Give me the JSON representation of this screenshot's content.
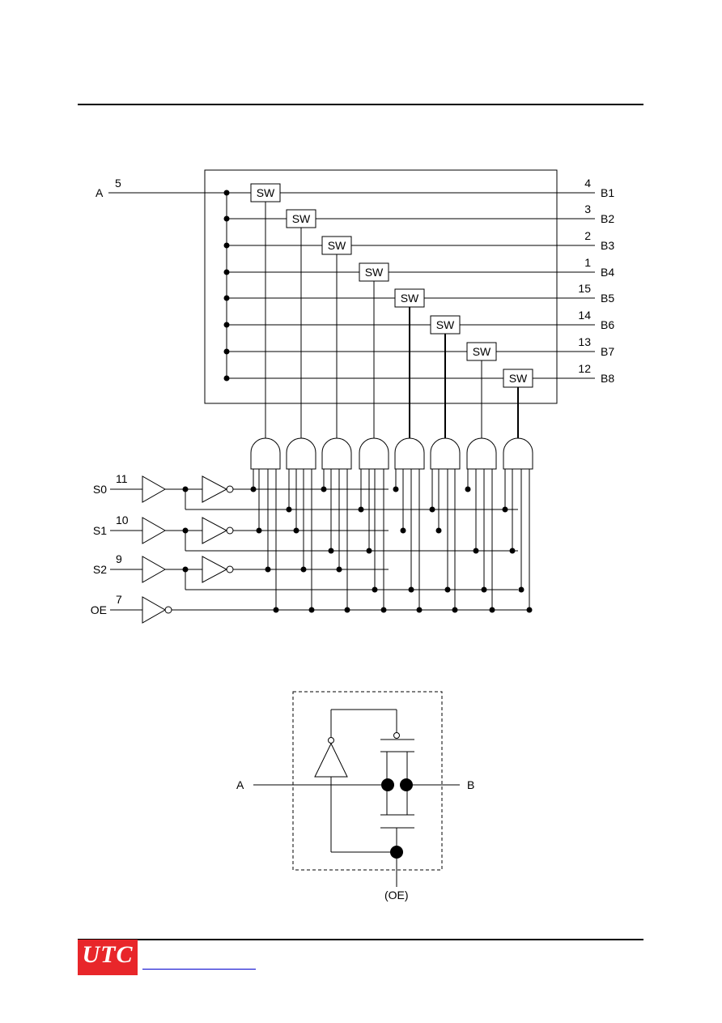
{
  "logic_diagram": {
    "pin_a": {
      "name": "A",
      "pin": "5"
    },
    "outputs": [
      {
        "name": "B1",
        "pin": "4"
      },
      {
        "name": "B2",
        "pin": "3"
      },
      {
        "name": "B3",
        "pin": "2"
      },
      {
        "name": "B4",
        "pin": "1"
      },
      {
        "name": "B5",
        "pin": "15"
      },
      {
        "name": "B6",
        "pin": "14"
      },
      {
        "name": "B7",
        "pin": "13"
      },
      {
        "name": "B8",
        "pin": "12"
      }
    ],
    "switch_label": "SW",
    "controls": [
      {
        "name": "S0",
        "pin": "11"
      },
      {
        "name": "S1",
        "pin": "10"
      },
      {
        "name": "S2",
        "pin": "9"
      },
      {
        "name": "OE",
        "pin": "7"
      }
    ]
  },
  "switch_detail": {
    "label_a": "A",
    "label_b": "B",
    "label_oe": "(OE)"
  },
  "footer": {
    "logo_text": "UTC",
    "logo_color": "#e8262a"
  }
}
